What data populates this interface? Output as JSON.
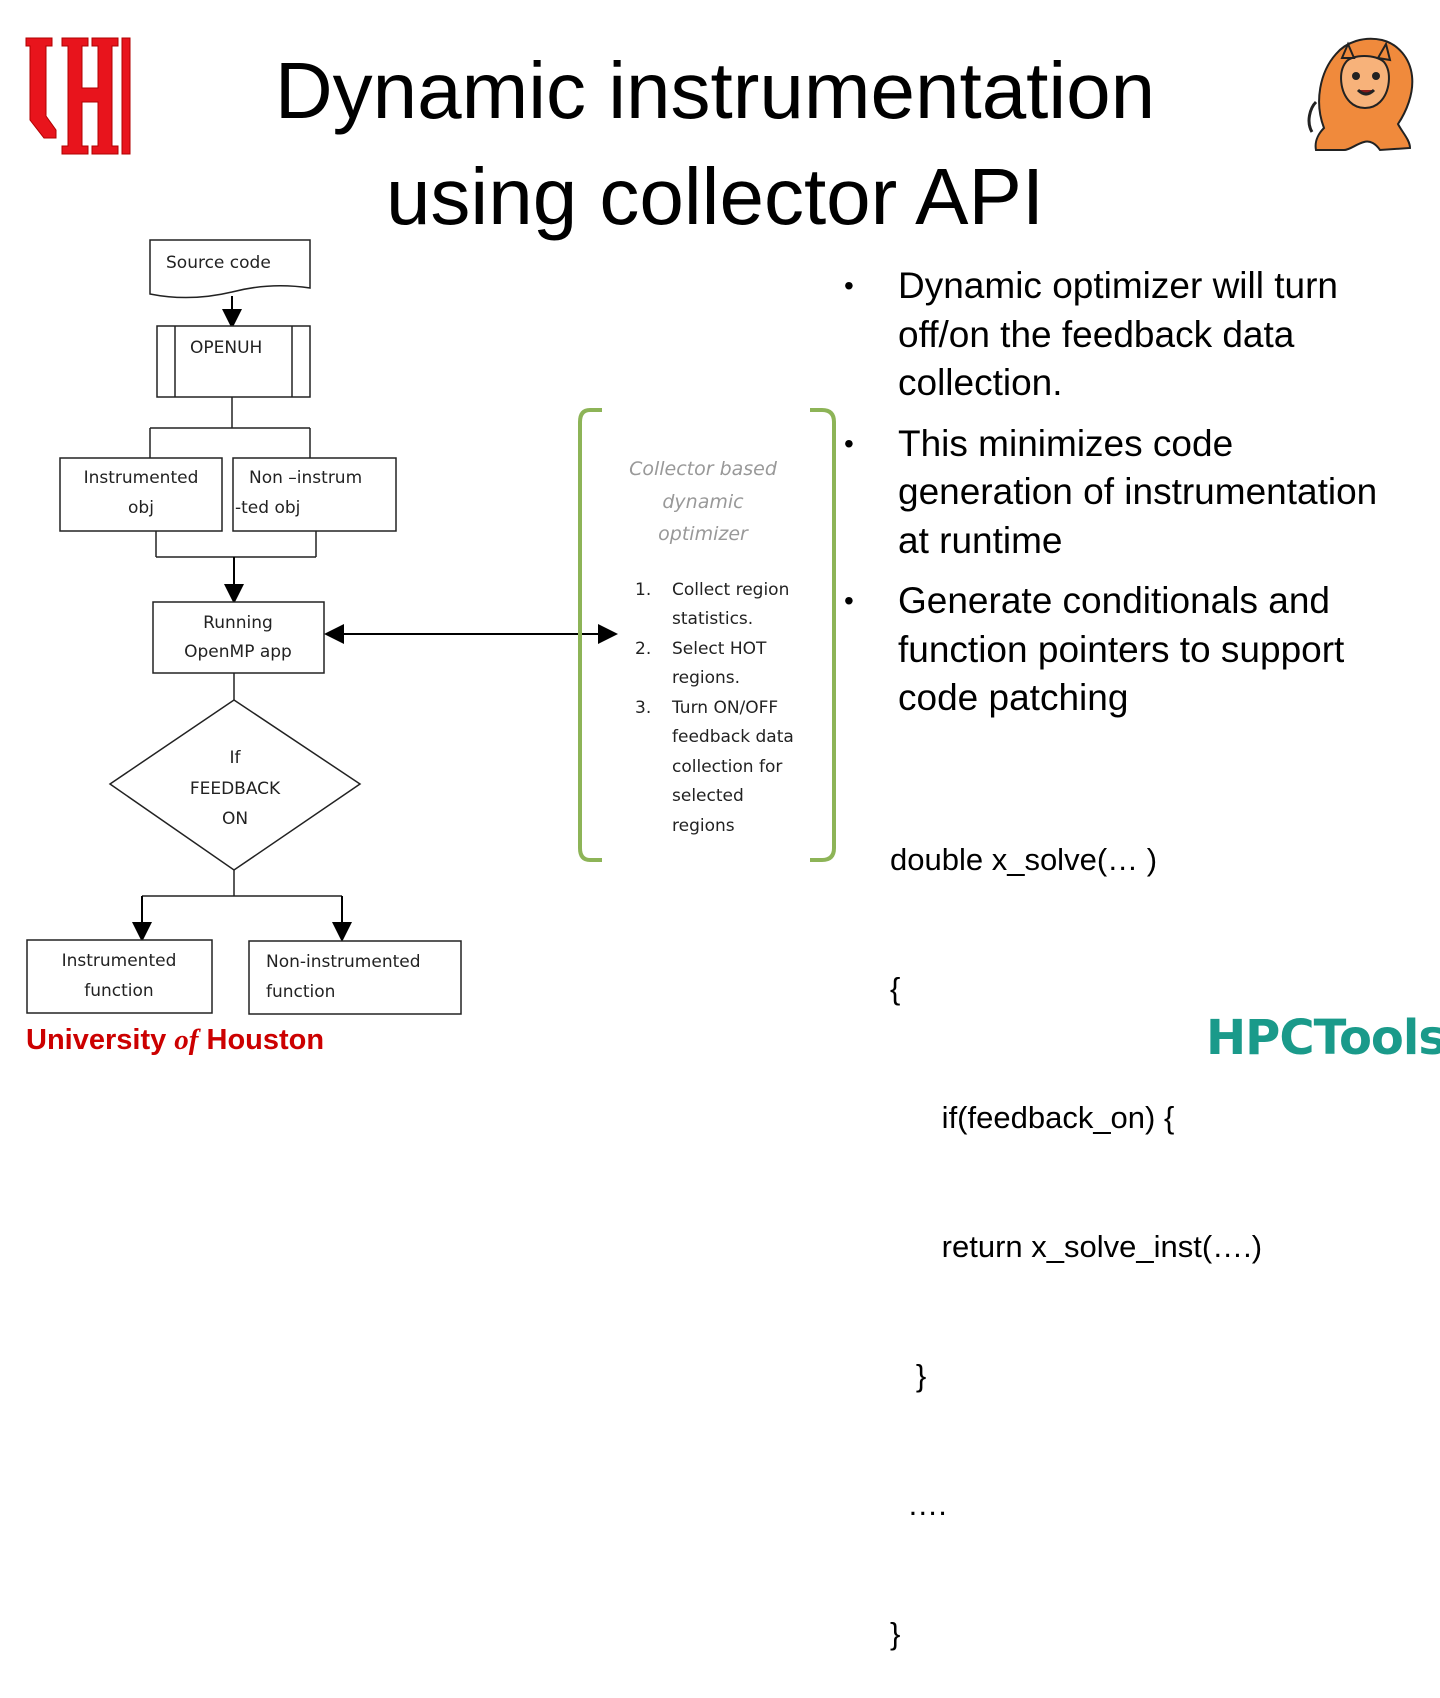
{
  "title": {
    "line1": "Dynamic instrumentation",
    "line2": "using collector API"
  },
  "colors": {
    "uh_red": "#cc0000",
    "bracket_green": "#8db457",
    "hpc_teal": "#1a9a8a"
  },
  "logos": {
    "left": "uh-interlock-logo",
    "right": "cougar-mascot",
    "bottom_right": "hpctools-logo"
  },
  "flowchart": {
    "source_code": "Source code",
    "openuh": "OPENUH",
    "instrumented_obj": {
      "line1": "Instrumented",
      "line2": "obj"
    },
    "non_instrumented_obj": {
      "line1": "Non –instrum",
      "line2": "-ted obj"
    },
    "running_app": {
      "line1": "Running",
      "line2": "OpenMP app"
    },
    "decision": {
      "line1": "If",
      "line2": "FEEDBACK",
      "line3": "ON"
    },
    "instrumented_function": {
      "line1": "Instrumented",
      "line2": "function"
    },
    "non_instrumented_function": {
      "line1": "Non-instrumented",
      "line2": "function"
    }
  },
  "optimizer": {
    "title_lines": [
      "Collector based",
      "dynamic",
      "optimizer"
    ],
    "steps": [
      {
        "num": "1.",
        "lines": [
          "Collect region",
          "statistics."
        ]
      },
      {
        "num": "2.",
        "lines": [
          "Select HOT",
          "regions."
        ]
      },
      {
        "num": "3.",
        "lines": [
          "Turn ON/OFF",
          "feedback data",
          "collection for",
          "selected",
          "regions"
        ]
      }
    ]
  },
  "bullets": [
    "Dynamic optimizer will turn off/on the feedback data collection.",
    "This minimizes code generation of instrumentation at runtime",
    "Generate conditionals and function pointers to support code patching"
  ],
  "bullet_marker": "•",
  "code_lines": [
    "double x_solve(… )",
    "{",
    "      if(feedback_on) {",
    "      return x_solve_inst(….)",
    "   }",
    "  ….",
    "}"
  ],
  "footer": {
    "university_prefix": "University ",
    "university_of": "of",
    "university_suffix": " Houston",
    "hpctools": "HPCTools"
  }
}
